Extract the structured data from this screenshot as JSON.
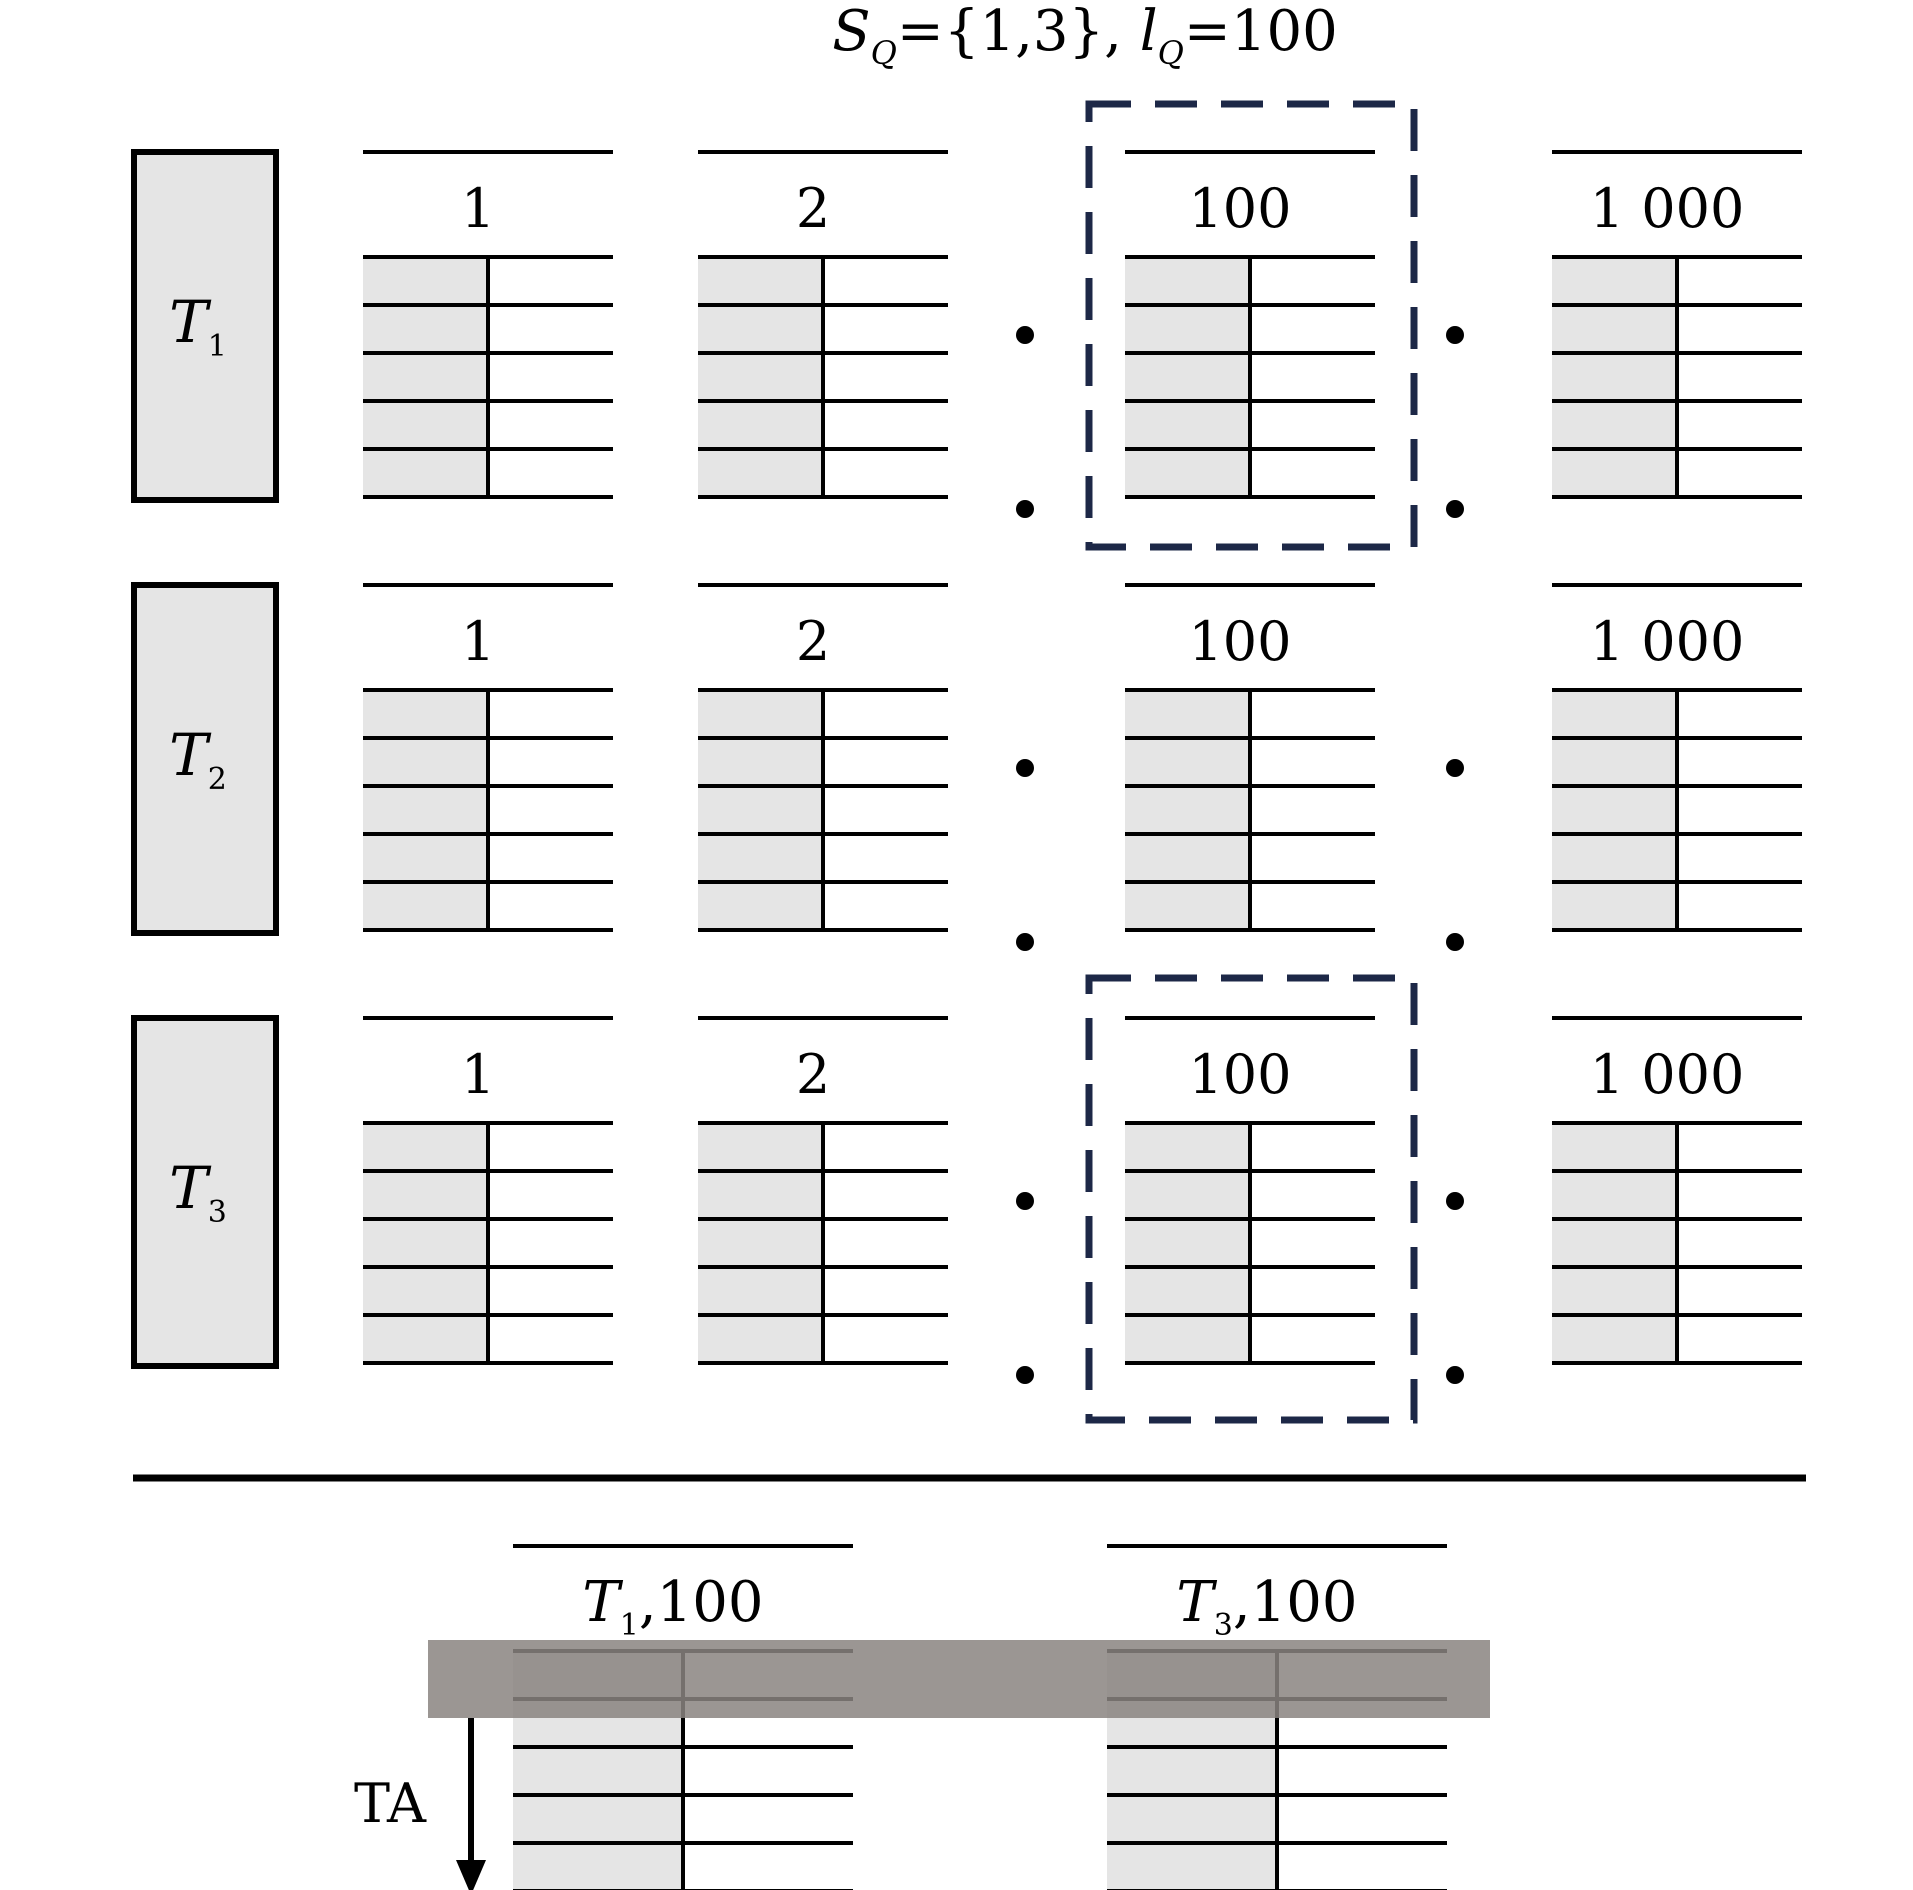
{
  "query": {
    "s_main": "S",
    "s_sub": "Q",
    "set_value": "={1,3}, ",
    "l_main": "l",
    "l_sub": "Q",
    "l_value": "=100"
  },
  "tables": [
    {
      "label_main": "T",
      "label_sub": "1"
    },
    {
      "label_main": "T",
      "label_sub": "2"
    },
    {
      "label_main": "T",
      "label_sub": "3"
    }
  ],
  "partition_labels": [
    "1",
    "2",
    "100",
    "1 000"
  ],
  "highlighted": [
    {
      "table": "1",
      "partition": "100"
    },
    {
      "table": "3",
      "partition": "100"
    }
  ],
  "result": {
    "partitions": [
      {
        "label_main": "T",
        "label_sub": "1",
        "label_rest": ",100"
      },
      {
        "label_main": "T",
        "label_sub": "3",
        "label_rest": ",100"
      }
    ],
    "scan_label": "TA"
  },
  "colors": {
    "line": "#000000",
    "key_fill": "#e5e5e5",
    "highlight_dash": "#1d2847",
    "scan_band": "#8a8480"
  }
}
